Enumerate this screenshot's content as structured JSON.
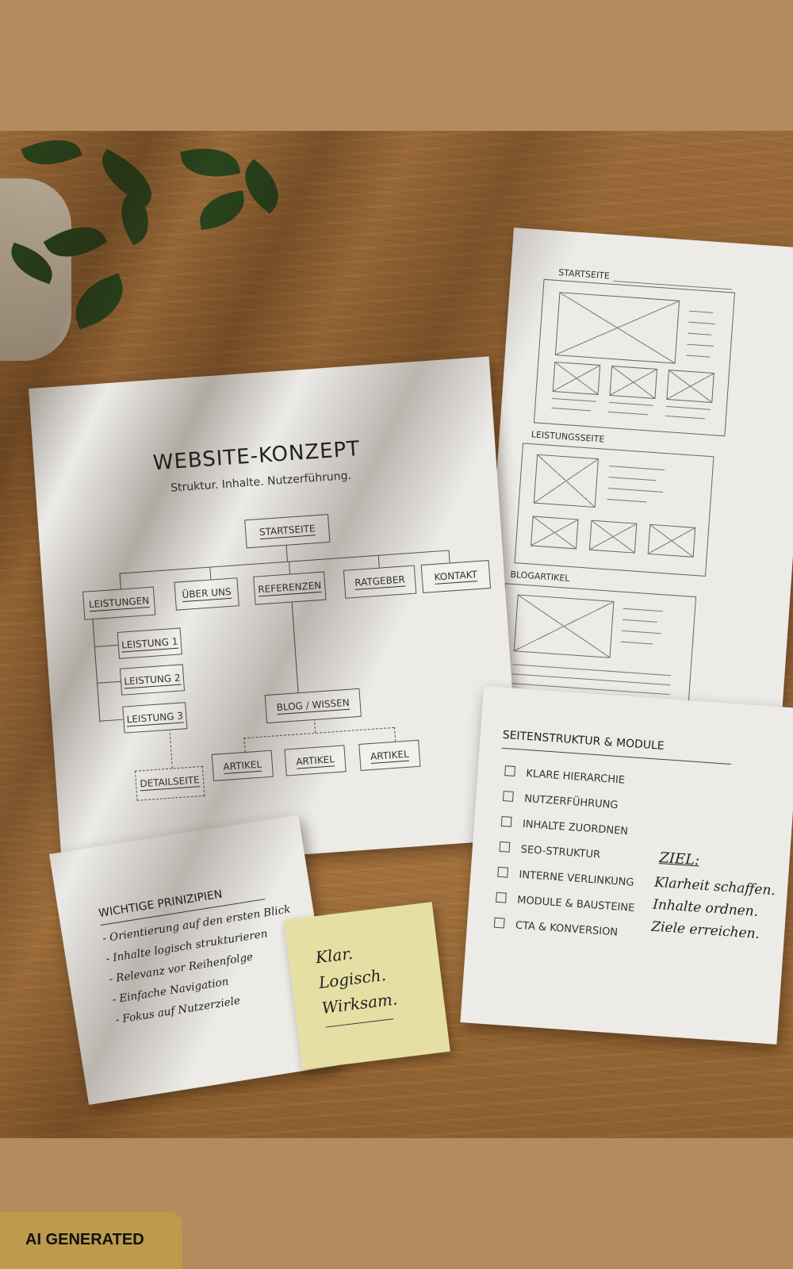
{
  "concept_sheet": {
    "title": "WEBSITE-KONZEPT",
    "subtitle": "Struktur. Inhalte. Nutzerführung.",
    "nodes": {
      "startseite": "STARTSEITE",
      "leistungen": "LEISTUNGEN",
      "ueber_uns": "ÜBER UNS",
      "referenzen": "REFERENZEN",
      "ratgeber": "RATGEBER",
      "kontakt": "KONTAKT",
      "leistung1": "LEISTUNG 1",
      "leistung2": "LEISTUNG 2",
      "leistung3": "LEISTUNG 3",
      "detailseite": "DETAILSEITE",
      "blog": "BLOG / WISSEN",
      "artikel1": "ARTIKEL",
      "artikel2": "ARTIKEL",
      "artikel3": "ARTIKEL"
    }
  },
  "wireframe_sheet": {
    "startseite": "STARTSEITE",
    "leistungsseite": "LEISTUNGSSEITE",
    "blogartikel": "BLOGARTIKEL"
  },
  "modules_card": {
    "title": "SEITENSTRUKTUR & MODULE",
    "items": [
      "KLARE HIERARCHIE",
      "NUTZERFÜHRUNG",
      "INHALTE ZUORDNEN",
      "SEO-STRUKTUR",
      "INTERNE VERLINKUNG",
      "MODULE & BAUSTEINE",
      "CTA & KONVERSION"
    ],
    "goal_label": "ZIEL:",
    "goal_lines": [
      "Klarheit schaffen.",
      "Inhalte ordnen.",
      "Ziele erreichen."
    ]
  },
  "principles_card": {
    "title": "WICHTIGE PRINIZIPIEN",
    "items": [
      "- Orientierung auf den ersten Blick",
      "- Inhalte logisch strukturieren",
      "- Relevanz vor Reihenfolge",
      "- Einfache Navigation",
      "- Fokus auf Nutzerziele"
    ]
  },
  "sticky_note": {
    "lines": [
      "Klar.",
      "Logisch.",
      "Wirksam."
    ]
  },
  "badge": {
    "label": "AI GENERATED"
  },
  "colors": {
    "background": "#b48b5e",
    "wood": "#9a6a38",
    "paper": "#ecebe8",
    "sticky": "#e6dfa4",
    "badge": "#bd9a4c"
  }
}
